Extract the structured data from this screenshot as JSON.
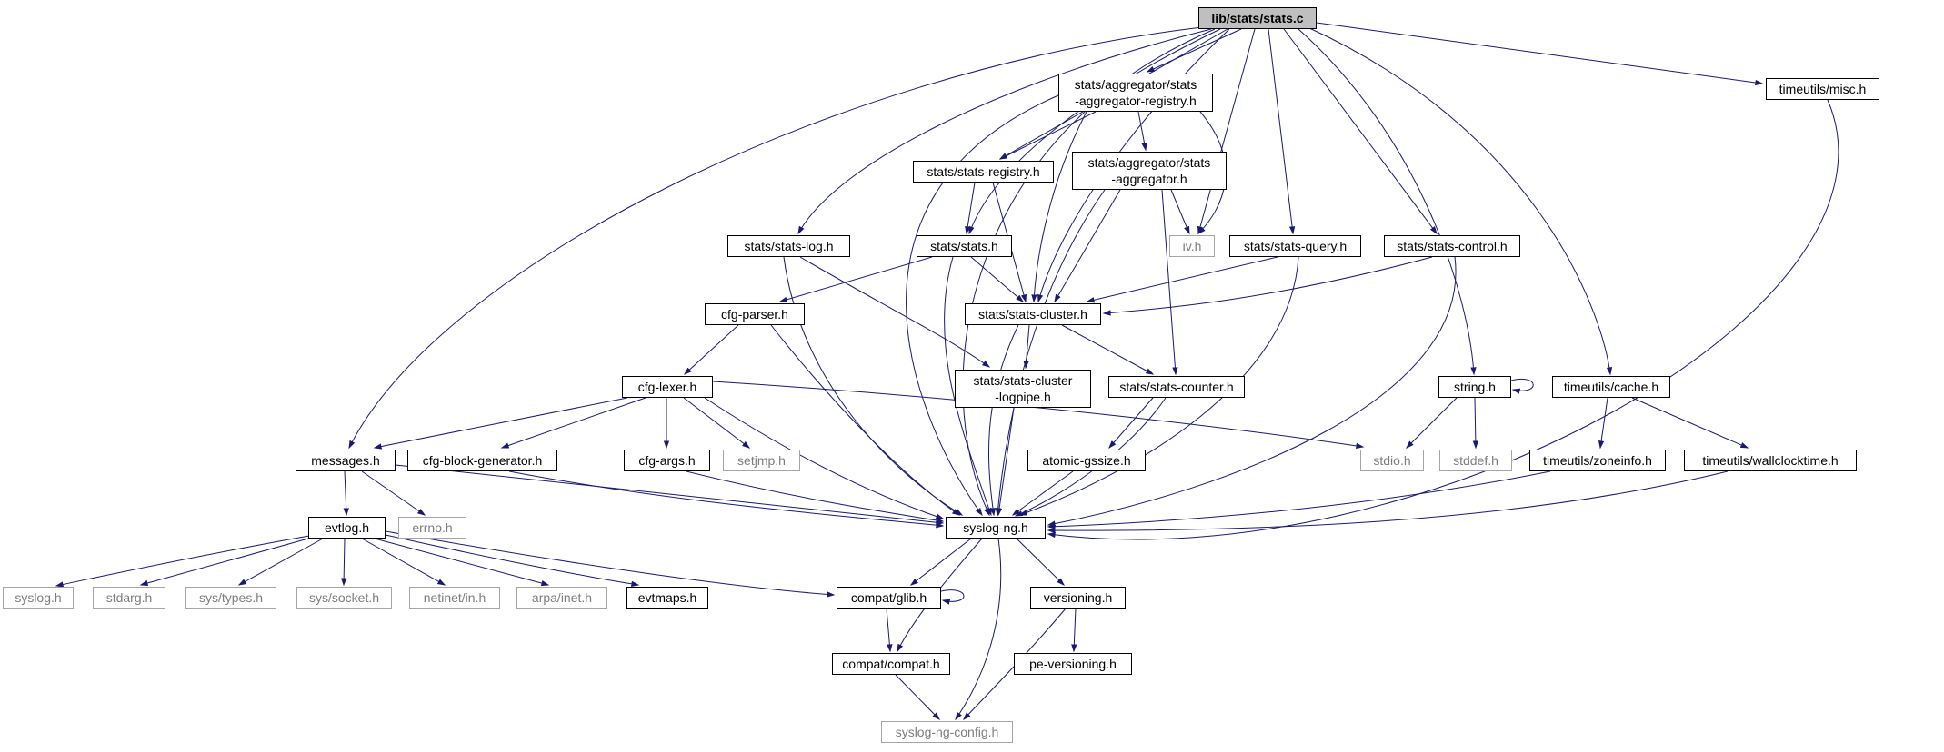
{
  "graph": {
    "main_file": "lib/stats/stats.c",
    "colors": {
      "edge": "#191970",
      "main_node_fill": "#bfbfbf",
      "node_border": "#000000",
      "external_node_border": "#a6a6a6",
      "external_node_text": "#7d7d7d"
    },
    "nodes": {
      "stats_c": {
        "label": "lib/stats/stats.c",
        "kind": "main"
      },
      "agg_registry": {
        "label": "stats/aggregator/stats\n-aggregator-registry.h",
        "kind": "internal"
      },
      "misc": {
        "label": "timeutils/misc.h",
        "kind": "internal"
      },
      "registry": {
        "label": "stats/stats-registry.h",
        "kind": "internal"
      },
      "aggregator": {
        "label": "stats/aggregator/stats\n-aggregator.h",
        "kind": "internal"
      },
      "log": {
        "label": "stats/stats-log.h",
        "kind": "internal"
      },
      "stats_h": {
        "label": "stats/stats.h",
        "kind": "internal"
      },
      "iv": {
        "label": "iv.h",
        "kind": "external"
      },
      "query": {
        "label": "stats/stats-query.h",
        "kind": "internal"
      },
      "control": {
        "label": "stats/stats-control.h",
        "kind": "internal"
      },
      "cfg_parser": {
        "label": "cfg-parser.h",
        "kind": "internal"
      },
      "cluster": {
        "label": "stats/stats-cluster.h",
        "kind": "internal"
      },
      "logpipe": {
        "label": "stats/stats-cluster\n-logpipe.h",
        "kind": "internal"
      },
      "counter": {
        "label": "stats/stats-counter.h",
        "kind": "internal"
      },
      "string": {
        "label": "string.h",
        "kind": "internal"
      },
      "cache": {
        "label": "timeutils/cache.h",
        "kind": "internal"
      },
      "cfg_lexer": {
        "label": "cfg-lexer.h",
        "kind": "internal"
      },
      "messages": {
        "label": "messages.h",
        "kind": "internal"
      },
      "block_gen": {
        "label": "cfg-block-generator.h",
        "kind": "internal"
      },
      "cfg_args": {
        "label": "cfg-args.h",
        "kind": "internal"
      },
      "setjmp": {
        "label": "setjmp.h",
        "kind": "external"
      },
      "atomic": {
        "label": "atomic-gssize.h",
        "kind": "internal"
      },
      "stdio": {
        "label": "stdio.h",
        "kind": "external"
      },
      "stddef": {
        "label": "stddef.h",
        "kind": "external"
      },
      "zoneinfo": {
        "label": "timeutils/zoneinfo.h",
        "kind": "internal"
      },
      "wallclock": {
        "label": "timeutils/wallclocktime.h",
        "kind": "internal"
      },
      "evtlog": {
        "label": "evtlog.h",
        "kind": "internal"
      },
      "errno": {
        "label": "errno.h",
        "kind": "external"
      },
      "syslog_ng": {
        "label": "syslog-ng.h",
        "kind": "internal"
      },
      "syslog": {
        "label": "syslog.h",
        "kind": "external"
      },
      "stdarg": {
        "label": "stdarg.h",
        "kind": "external"
      },
      "sys_types": {
        "label": "sys/types.h",
        "kind": "external"
      },
      "sys_socket": {
        "label": "sys/socket.h",
        "kind": "external"
      },
      "netinet": {
        "label": "netinet/in.h",
        "kind": "external"
      },
      "arpa": {
        "label": "arpa/inet.h",
        "kind": "external"
      },
      "evtmaps": {
        "label": "evtmaps.h",
        "kind": "internal"
      },
      "glib": {
        "label": "compat/glib.h",
        "kind": "internal"
      },
      "versioning": {
        "label": "versioning.h",
        "kind": "internal"
      },
      "compat": {
        "label": "compat/compat.h",
        "kind": "internal"
      },
      "pe_versioning": {
        "label": "pe-versioning.h",
        "kind": "internal"
      },
      "sng_config": {
        "label": "syslog-ng-config.h",
        "kind": "external"
      }
    },
    "edges": [
      {
        "from": "stats_c",
        "to": "agg_registry"
      },
      {
        "from": "stats_c",
        "to": "registry"
      },
      {
        "from": "stats_c",
        "to": "log"
      },
      {
        "from": "stats_c",
        "to": "stats_h"
      },
      {
        "from": "stats_c",
        "to": "query"
      },
      {
        "from": "stats_c",
        "to": "control"
      },
      {
        "from": "stats_c",
        "to": "cluster"
      },
      {
        "from": "stats_c",
        "to": "messages"
      },
      {
        "from": "stats_c",
        "to": "iv"
      },
      {
        "from": "stats_c",
        "to": "string"
      },
      {
        "from": "stats_c",
        "to": "cache"
      },
      {
        "from": "stats_c",
        "to": "misc"
      },
      {
        "from": "stats_c",
        "to": "syslog_ng"
      },
      {
        "from": "agg_registry",
        "to": "registry"
      },
      {
        "from": "agg_registry",
        "to": "aggregator"
      },
      {
        "from": "agg_registry",
        "to": "iv"
      },
      {
        "from": "agg_registry",
        "to": "cluster"
      },
      {
        "from": "agg_registry",
        "to": "syslog_ng"
      },
      {
        "from": "aggregator",
        "to": "iv"
      },
      {
        "from": "aggregator",
        "to": "cluster"
      },
      {
        "from": "aggregator",
        "to": "counter"
      },
      {
        "from": "aggregator",
        "to": "syslog_ng"
      },
      {
        "from": "registry",
        "to": "stats_h"
      },
      {
        "from": "registry",
        "to": "cluster"
      },
      {
        "from": "stats_h",
        "to": "cfg_parser"
      },
      {
        "from": "stats_h",
        "to": "cluster"
      },
      {
        "from": "stats_h",
        "to": "syslog_ng"
      },
      {
        "from": "log",
        "to": "logpipe"
      },
      {
        "from": "log",
        "to": "syslog_ng"
      },
      {
        "from": "query",
        "to": "cluster"
      },
      {
        "from": "query",
        "to": "syslog_ng"
      },
      {
        "from": "control",
        "to": "cluster"
      },
      {
        "from": "control",
        "to": "syslog_ng"
      },
      {
        "from": "cfg_parser",
        "to": "cfg_lexer"
      },
      {
        "from": "cfg_parser",
        "to": "syslog_ng"
      },
      {
        "from": "cluster",
        "to": "logpipe"
      },
      {
        "from": "cluster",
        "to": "counter"
      },
      {
        "from": "cluster",
        "to": "syslog_ng"
      },
      {
        "from": "logpipe",
        "to": "syslog_ng"
      },
      {
        "from": "counter",
        "to": "atomic"
      },
      {
        "from": "counter",
        "to": "syslog_ng"
      },
      {
        "from": "atomic",
        "to": "syslog_ng"
      },
      {
        "from": "string",
        "to": "stdio"
      },
      {
        "from": "string",
        "to": "stddef"
      },
      {
        "from": "string",
        "to": "string"
      },
      {
        "from": "cache",
        "to": "zoneinfo"
      },
      {
        "from": "cache",
        "to": "wallclock"
      },
      {
        "from": "zoneinfo",
        "to": "syslog_ng"
      },
      {
        "from": "wallclock",
        "to": "syslog_ng"
      },
      {
        "from": "misc",
        "to": "syslog_ng"
      },
      {
        "from": "messages",
        "to": "evtlog"
      },
      {
        "from": "messages",
        "to": "errno"
      },
      {
        "from": "messages",
        "to": "syslog_ng"
      },
      {
        "from": "evtlog",
        "to": "syslog"
      },
      {
        "from": "evtlog",
        "to": "stdarg"
      },
      {
        "from": "evtlog",
        "to": "sys_types"
      },
      {
        "from": "evtlog",
        "to": "sys_socket"
      },
      {
        "from": "evtlog",
        "to": "netinet"
      },
      {
        "from": "evtlog",
        "to": "arpa"
      },
      {
        "from": "evtlog",
        "to": "evtmaps"
      },
      {
        "from": "evtlog",
        "to": "glib"
      },
      {
        "from": "cfg_lexer",
        "to": "messages"
      },
      {
        "from": "cfg_lexer",
        "to": "block_gen"
      },
      {
        "from": "cfg_lexer",
        "to": "cfg_args"
      },
      {
        "from": "cfg_lexer",
        "to": "setjmp"
      },
      {
        "from": "cfg_lexer",
        "to": "syslog_ng"
      },
      {
        "from": "cfg_lexer",
        "to": "stdio"
      },
      {
        "from": "block_gen",
        "to": "syslog_ng"
      },
      {
        "from": "cfg_args",
        "to": "syslog_ng"
      },
      {
        "from": "glib",
        "to": "compat"
      },
      {
        "from": "glib",
        "to": "glib"
      },
      {
        "from": "compat",
        "to": "sng_config"
      },
      {
        "from": "syslog_ng",
        "to": "glib"
      },
      {
        "from": "syslog_ng",
        "to": "versioning"
      },
      {
        "from": "syslog_ng",
        "to": "compat"
      },
      {
        "from": "syslog_ng",
        "to": "sng_config"
      },
      {
        "from": "versioning",
        "to": "pe_versioning"
      },
      {
        "from": "versioning",
        "to": "sng_config"
      }
    ]
  }
}
